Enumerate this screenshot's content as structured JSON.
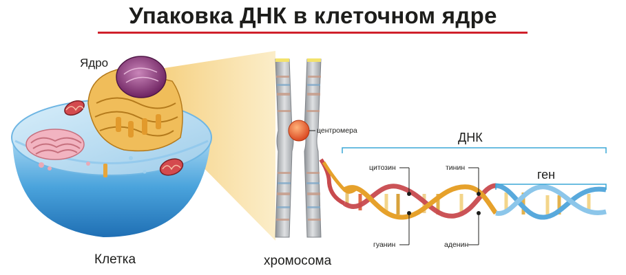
{
  "title": "Упаковка ДНК в клеточном ядре",
  "labels": {
    "nucleus": "Ядро",
    "cell": "Клетка",
    "chromosome": "хромосома",
    "centromere": "центромера",
    "dna": "ДНК",
    "gene": "ген",
    "cytosine": "цитозин",
    "thymine": "тинин",
    "guanine": "гуанин",
    "adenine": "аденин"
  },
  "colors": {
    "title_rule": "#d0202b",
    "bracket": "#3aa7d6",
    "centromere": "#e8551e",
    "cell_membrane": "#2f8fd0",
    "golgi": "#e7a53a",
    "nucleus": "#9b3f86",
    "chromosome": "#b9bcc0",
    "helix_red": "#c84a4e",
    "helix_gold": "#e6a12b",
    "helix_blue": "#58a9dc",
    "projection": "#f6d68c"
  }
}
